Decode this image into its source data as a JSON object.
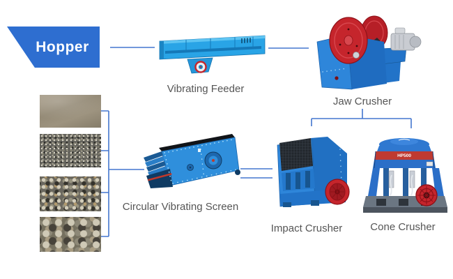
{
  "colors": {
    "banner_blue": "#2e6ed0",
    "connector_blue": "#4376cf",
    "label_gray": "#555555",
    "machine_blue": "#2e86da",
    "machine_light_blue": "#29a4e6",
    "machine_red": "#c5252c"
  },
  "nodes": {
    "hopper": {
      "label": "Hopper"
    },
    "vibrating_feeder": {
      "label": "Vibrating Feeder"
    },
    "jaw_crusher": {
      "label": "Jaw Crusher"
    },
    "circular_vibrating_screen": {
      "label": "Circular Vibrating Screen"
    },
    "impact_crusher": {
      "label": "Impact Crusher"
    },
    "cone_crusher": {
      "label": "Cone Crusher",
      "model_badge": "HP500"
    }
  },
  "materials": [
    {
      "name": "fine-sand-photo"
    },
    {
      "name": "fine-gravel-photo"
    },
    {
      "name": "medium-gravel-photo"
    },
    {
      "name": "coarse-gravel-photo"
    }
  ]
}
